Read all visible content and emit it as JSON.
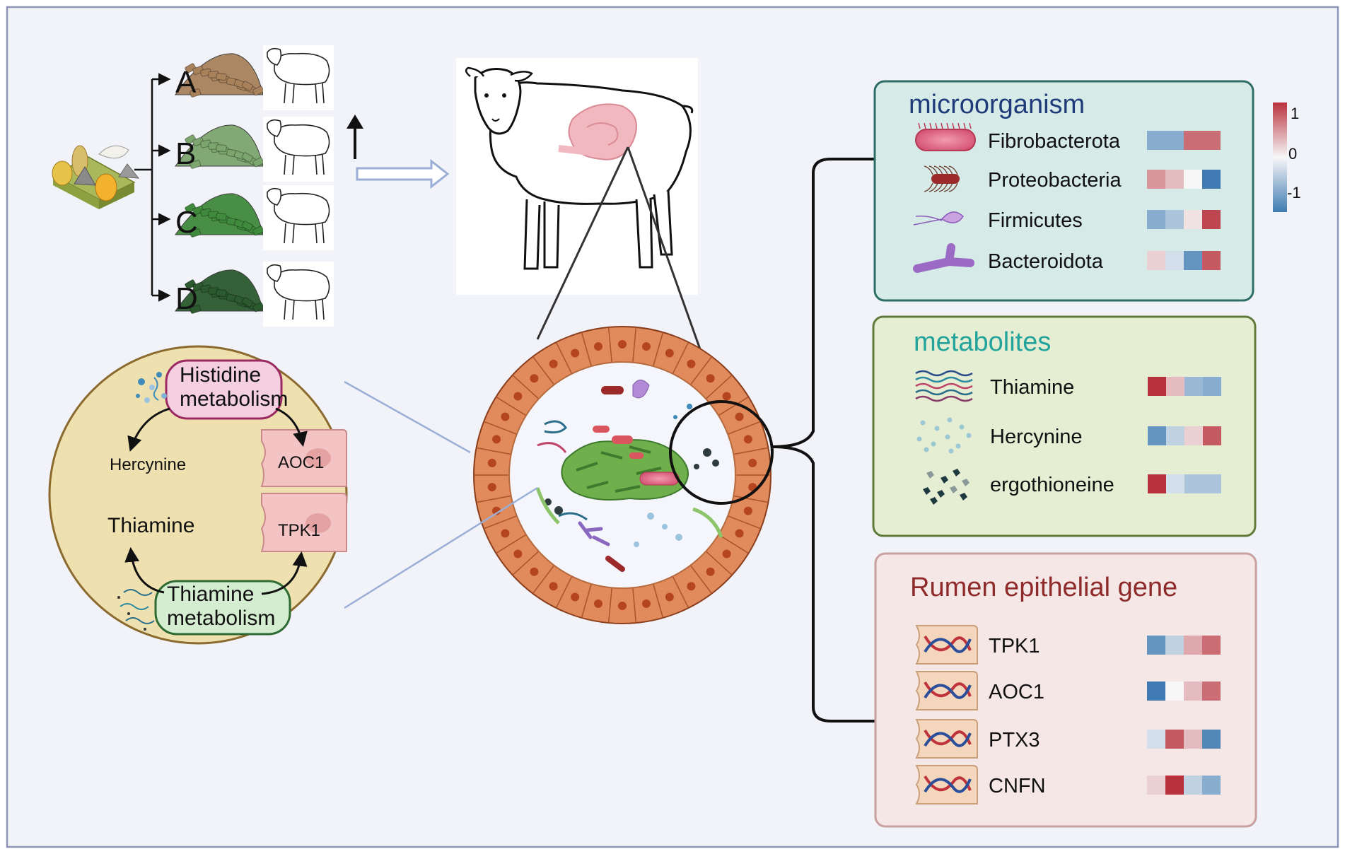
{
  "groups": [
    {
      "letter": "A",
      "feed_color": "#a9825c"
    },
    {
      "letter": "B",
      "feed_color": "#7da66e"
    },
    {
      "letter": "C",
      "feed_color": "#3f8a3c"
    },
    {
      "letter": "D",
      "feed_color": "#2b5a2e"
    }
  ],
  "panels": {
    "microorganism": {
      "title": "microorganism",
      "title_color": "#1f3b7a",
      "bg": "#d6eae8",
      "border": "#2e6e66",
      "items": [
        {
          "label": "Fibrobacterota",
          "icon": "rod-bacterium-icon",
          "values": [
            -0.6,
            -0.6,
            0.7,
            0.7
          ]
        },
        {
          "label": "Proteobacteria",
          "icon": "flagellated-bacterium-icon",
          "values": [
            0.5,
            0.3,
            0.0,
            -1.0
          ]
        },
        {
          "label": "Firmicutes",
          "icon": "protozoan-icon",
          "values": [
            -0.6,
            -0.4,
            0.1,
            0.9
          ]
        },
        {
          "label": "Bacteroidota",
          "icon": "branched-bacterium-icon",
          "values": [
            0.2,
            -0.2,
            -0.8,
            0.8
          ]
        }
      ]
    },
    "metabolites": {
      "title": "metabolites",
      "title_color": "#22a39b",
      "bg": "#e5eed2",
      "border": "#5f7a3a",
      "items": [
        {
          "label": "Thiamine",
          "icon": "thiamine-molecule-icon",
          "values": [
            1.0,
            0.3,
            -0.5,
            -0.6
          ]
        },
        {
          "label": "Hercynine",
          "icon": "hercynine-dots-icon",
          "values": [
            -0.8,
            -0.3,
            0.2,
            0.8
          ]
        },
        {
          "label": "ergothioneine",
          "icon": "ergothioneine-particles-icon",
          "values": [
            1.0,
            -0.2,
            -0.4,
            -0.4
          ]
        }
      ]
    },
    "gene": {
      "title": "Rumen epithelial gene",
      "title_color": "#8f2a2a",
      "bg": "#f6e7e7",
      "border": "#c9a0a0",
      "items": [
        {
          "label": "TPK1",
          "icon": "dna-cell-icon",
          "values": [
            -0.8,
            -0.3,
            0.4,
            0.7
          ]
        },
        {
          "label": "AOC1",
          "icon": "dna-cell-icon",
          "values": [
            -1.0,
            0.0,
            0.3,
            0.7
          ]
        },
        {
          "label": "PTX3",
          "icon": "dna-cell-icon",
          "values": [
            -0.2,
            0.8,
            0.3,
            -0.9
          ]
        },
        {
          "label": "CNFN",
          "icon": "dna-cell-icon",
          "values": [
            0.2,
            1.0,
            -0.3,
            -0.6
          ]
        }
      ]
    }
  },
  "legend": {
    "ticks": [
      "1",
      "0",
      "-1"
    ],
    "colors": {
      "high": "#b8323d",
      "mid": "#f7f7f7",
      "low": "#3f7bb2"
    }
  },
  "pathway": {
    "histidine_label": "Histidine\nmetabolism",
    "thiamine_label": "Thiamine\nmetabolism",
    "hercynine_label": "Hercynine",
    "thiamine_text": "Thiamine",
    "genes": [
      "AOC1",
      "TPK1"
    ],
    "circle_bg": "#efe0b0",
    "circle_border": "#8a6a2e"
  },
  "colors": {
    "frame_bg": "#f1f3f8",
    "frame_border": "#8d96b8",
    "rumen_wall": "#e18b5c",
    "rumen_nucleus": "#b4451f",
    "arrow": "#9aaed6"
  }
}
